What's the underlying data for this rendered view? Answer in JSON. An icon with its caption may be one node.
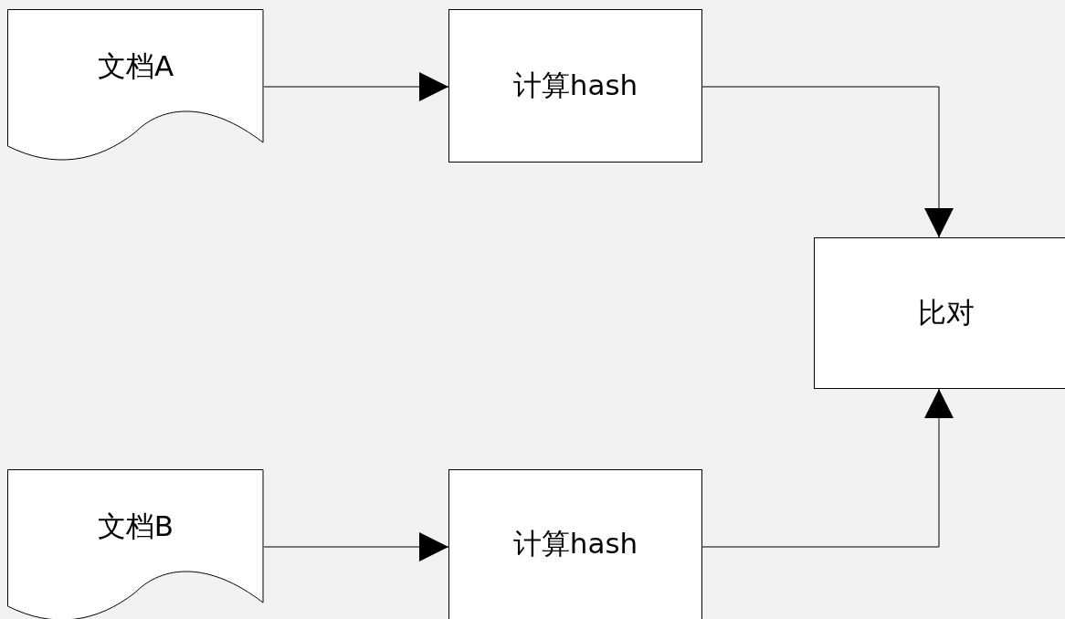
{
  "diagram": {
    "nodes": [
      {
        "text": [
          "文档A"
        ]
      },
      {
        "text": [
          "计算hash"
        ]
      },
      {
        "text": [
          "比对"
        ]
      },
      {
        "text": [
          "文档B"
        ]
      },
      {
        "text": [
          "计算hash"
        ]
      }
    ],
    "edges": [
      {
        "from": 0,
        "to": 1,
        "arrow": "to"
      },
      {
        "from": 1,
        "to": 2,
        "arrow": "to"
      },
      {
        "from": 3,
        "to": 4,
        "arrow": "to"
      },
      {
        "from": 4,
        "to": 2,
        "arrow": "to"
      }
    ]
  }
}
